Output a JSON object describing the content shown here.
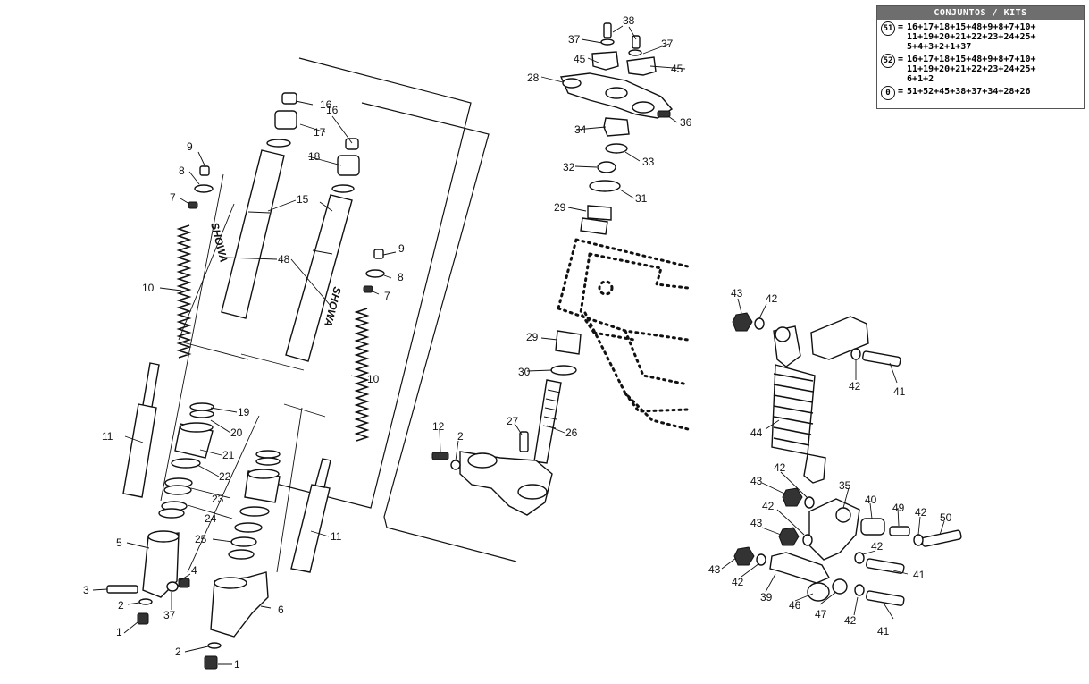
{
  "kits": {
    "title": "CONJUNTOS / KITS",
    "rows": [
      {
        "id": "51",
        "eq": "=",
        "formula": "16+17+18+15+48+9+8+7+10+\n11+19+20+21+22+23+24+25+\n5+4+3+2+1+37"
      },
      {
        "id": "52",
        "eq": "=",
        "formula": "16+17+18+15+48+9+8+7+10+\n11+19+20+21+22+23+24+25+\n6+1+2"
      },
      {
        "id": "0",
        "eq": "=",
        "formula": "51+52+45+38+37+34+28+26"
      }
    ]
  },
  "brand": {
    "left": "SHOWA",
    "right": "SHOWA"
  },
  "labels": {
    "l_16a": "16",
    "l_17": "17",
    "l_16b": "16",
    "l_18": "18",
    "l_9a": "9",
    "l_8a": "8",
    "l_7a": "7",
    "l_15": "15",
    "l_48": "48",
    "l_10a": "10",
    "l_9b": "9",
    "l_8b": "8",
    "l_7b": "7",
    "l_10b": "10",
    "l_19": "19",
    "l_20": "20",
    "l_21": "21",
    "l_11a": "11",
    "l_22": "22",
    "l_23": "23",
    "l_24": "24",
    "l_5": "5",
    "l_25": "25",
    "l_4": "4",
    "l_3": "3",
    "l_2a": "2",
    "l_37a": "37",
    "l_6": "6",
    "l_1a": "1",
    "l_2b": "2",
    "l_1b": "1",
    "l_11b": "11",
    "l_38": "38",
    "l_37b": "37",
    "l_37c": "37",
    "l_45a": "45",
    "l_45b": "45",
    "l_28": "28",
    "l_36": "36",
    "l_34": "34",
    "l_33": "33",
    "l_32": "32",
    "l_31": "31",
    "l_29a": "29",
    "l_29b": "29",
    "l_30": "30",
    "l_27": "27",
    "l_12": "12",
    "l_2c": "2",
    "l_26": "26",
    "l_43a": "43",
    "l_42a": "42",
    "l_42b": "42",
    "l_41a": "41",
    "l_44": "44",
    "l_42c": "42",
    "l_43b": "43",
    "l_35": "35",
    "l_40": "40",
    "l_49": "49",
    "l_42d": "42",
    "l_50": "50",
    "l_42e": "42",
    "l_43c": "43",
    "l_42f": "42",
    "l_43d": "43",
    "l_41b": "41",
    "l_42g": "42",
    "l_39": "39",
    "l_46": "46",
    "l_47": "47",
    "l_42h": "42",
    "l_41c": "41"
  }
}
